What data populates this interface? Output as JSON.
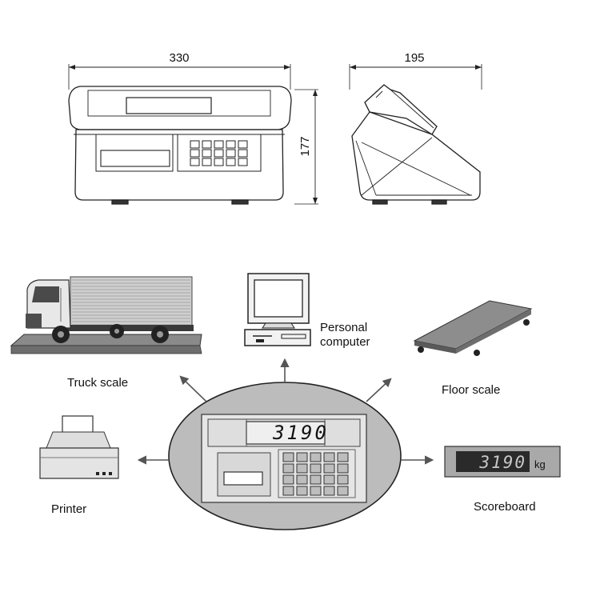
{
  "dimensions": {
    "width": "330",
    "depth": "195",
    "height": "177"
  },
  "labels": {
    "truck_scale": "Truck scale",
    "personal_computer_line1": "Personal",
    "personal_computer_line2": "computer",
    "floor_scale": "Floor scale",
    "printer": "Printer",
    "scoreboard": "Scoreboard"
  },
  "displays": {
    "indicator_reading": "3190",
    "scoreboard_reading": "3190",
    "scoreboard_unit": "kg"
  },
  "colors": {
    "line": "#222222",
    "indicator_panel": "#e6e6e6",
    "hub_fill": "#bcbcbc",
    "display_dark": "#2a2a2a",
    "display_text": "#c8c8c8"
  },
  "icons": [
    "truck-icon",
    "computer-icon",
    "floor-scale-icon",
    "printer-icon",
    "scoreboard-icon",
    "weighing-indicator-icon"
  ]
}
